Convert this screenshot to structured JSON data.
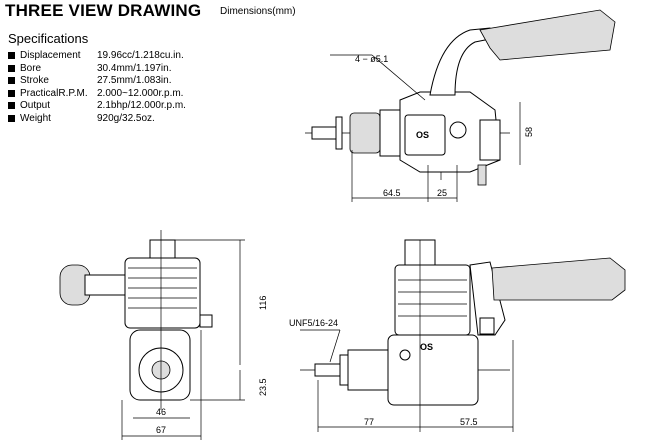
{
  "header": {
    "title": "THREE VIEW DRAWING",
    "units": "Dimensions(mm)"
  },
  "specifications": {
    "heading": "Specifications",
    "items": [
      {
        "label": "Displacement",
        "value": "19.96cc/1.218cu.in."
      },
      {
        "label": "Bore",
        "value": "30.4mm/1.197in."
      },
      {
        "label": "Stroke",
        "value": "27.5mm/1.083in."
      },
      {
        "label": "PracticalR.P.M.",
        "value": "2.000~12.000r.p.m."
      },
      {
        "label": "Output",
        "value": "2.1bhp/12.000r.p.m."
      },
      {
        "label": "Weight",
        "value": "920g/32.5oz."
      }
    ]
  },
  "drawings": {
    "top_view": {
      "holes": "4 − ø5.1",
      "height": "58",
      "length_a": "64.5",
      "length_b": "25"
    },
    "front_view": {
      "height": "116",
      "lower_height": "23.5",
      "inner_width": "46",
      "outer_width": "67"
    },
    "side_view": {
      "thread": "UNF5/16-24",
      "length_a": "77",
      "length_b": "57.5"
    }
  }
}
